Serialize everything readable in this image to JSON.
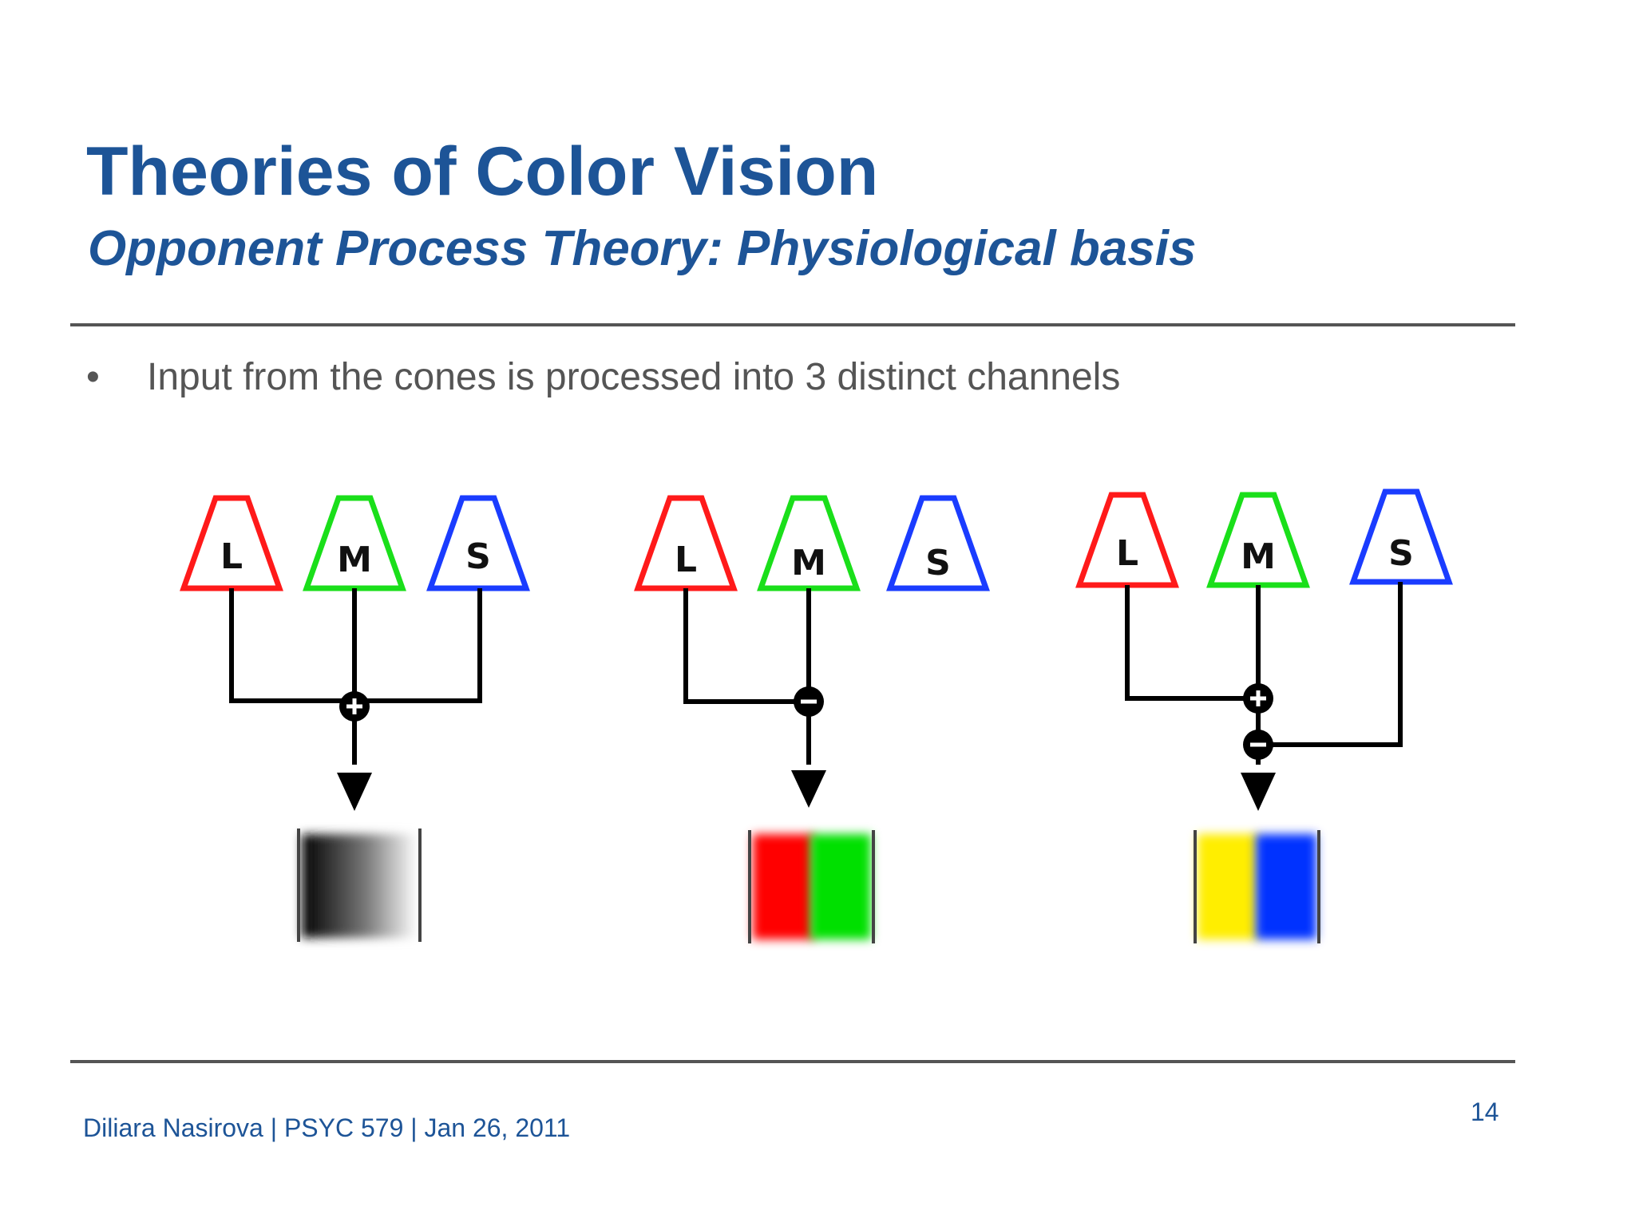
{
  "slide": {
    "title": "Theories of Color Vision",
    "subtitle": "Opponent Process Theory: Physiological basis",
    "bullet_marker": "•",
    "bullet": "Input from the cones is processed into 3 distinct channels",
    "footer": "Diliara Nasirova | PSYC 579 | Jan 26, 2011",
    "page_number": "14"
  },
  "colors": {
    "title": "#1d5497",
    "L_cone": "#ff1a1a",
    "M_cone": "#1adf1a",
    "S_cone": "#1a3cff",
    "channel_luminance": [
      "#000000",
      "#ffffff"
    ],
    "channel_red_green": [
      "#ff0000",
      "#00e000"
    ],
    "channel_yellow_blue": [
      "#ffee00",
      "#0033ff"
    ]
  },
  "diagram": {
    "cone_labels": [
      "L",
      "M",
      "S"
    ],
    "channels": [
      {
        "name": "luminance",
        "inputs": [
          "+L",
          "+M",
          "+S"
        ],
        "nodes": [
          "+"
        ]
      },
      {
        "name": "red-green",
        "inputs": [
          "+L",
          "-M"
        ],
        "nodes": [
          "-"
        ]
      },
      {
        "name": "yellow-blue",
        "inputs": [
          "+L",
          "+M",
          "-S"
        ],
        "nodes": [
          "+",
          "-"
        ]
      }
    ]
  }
}
